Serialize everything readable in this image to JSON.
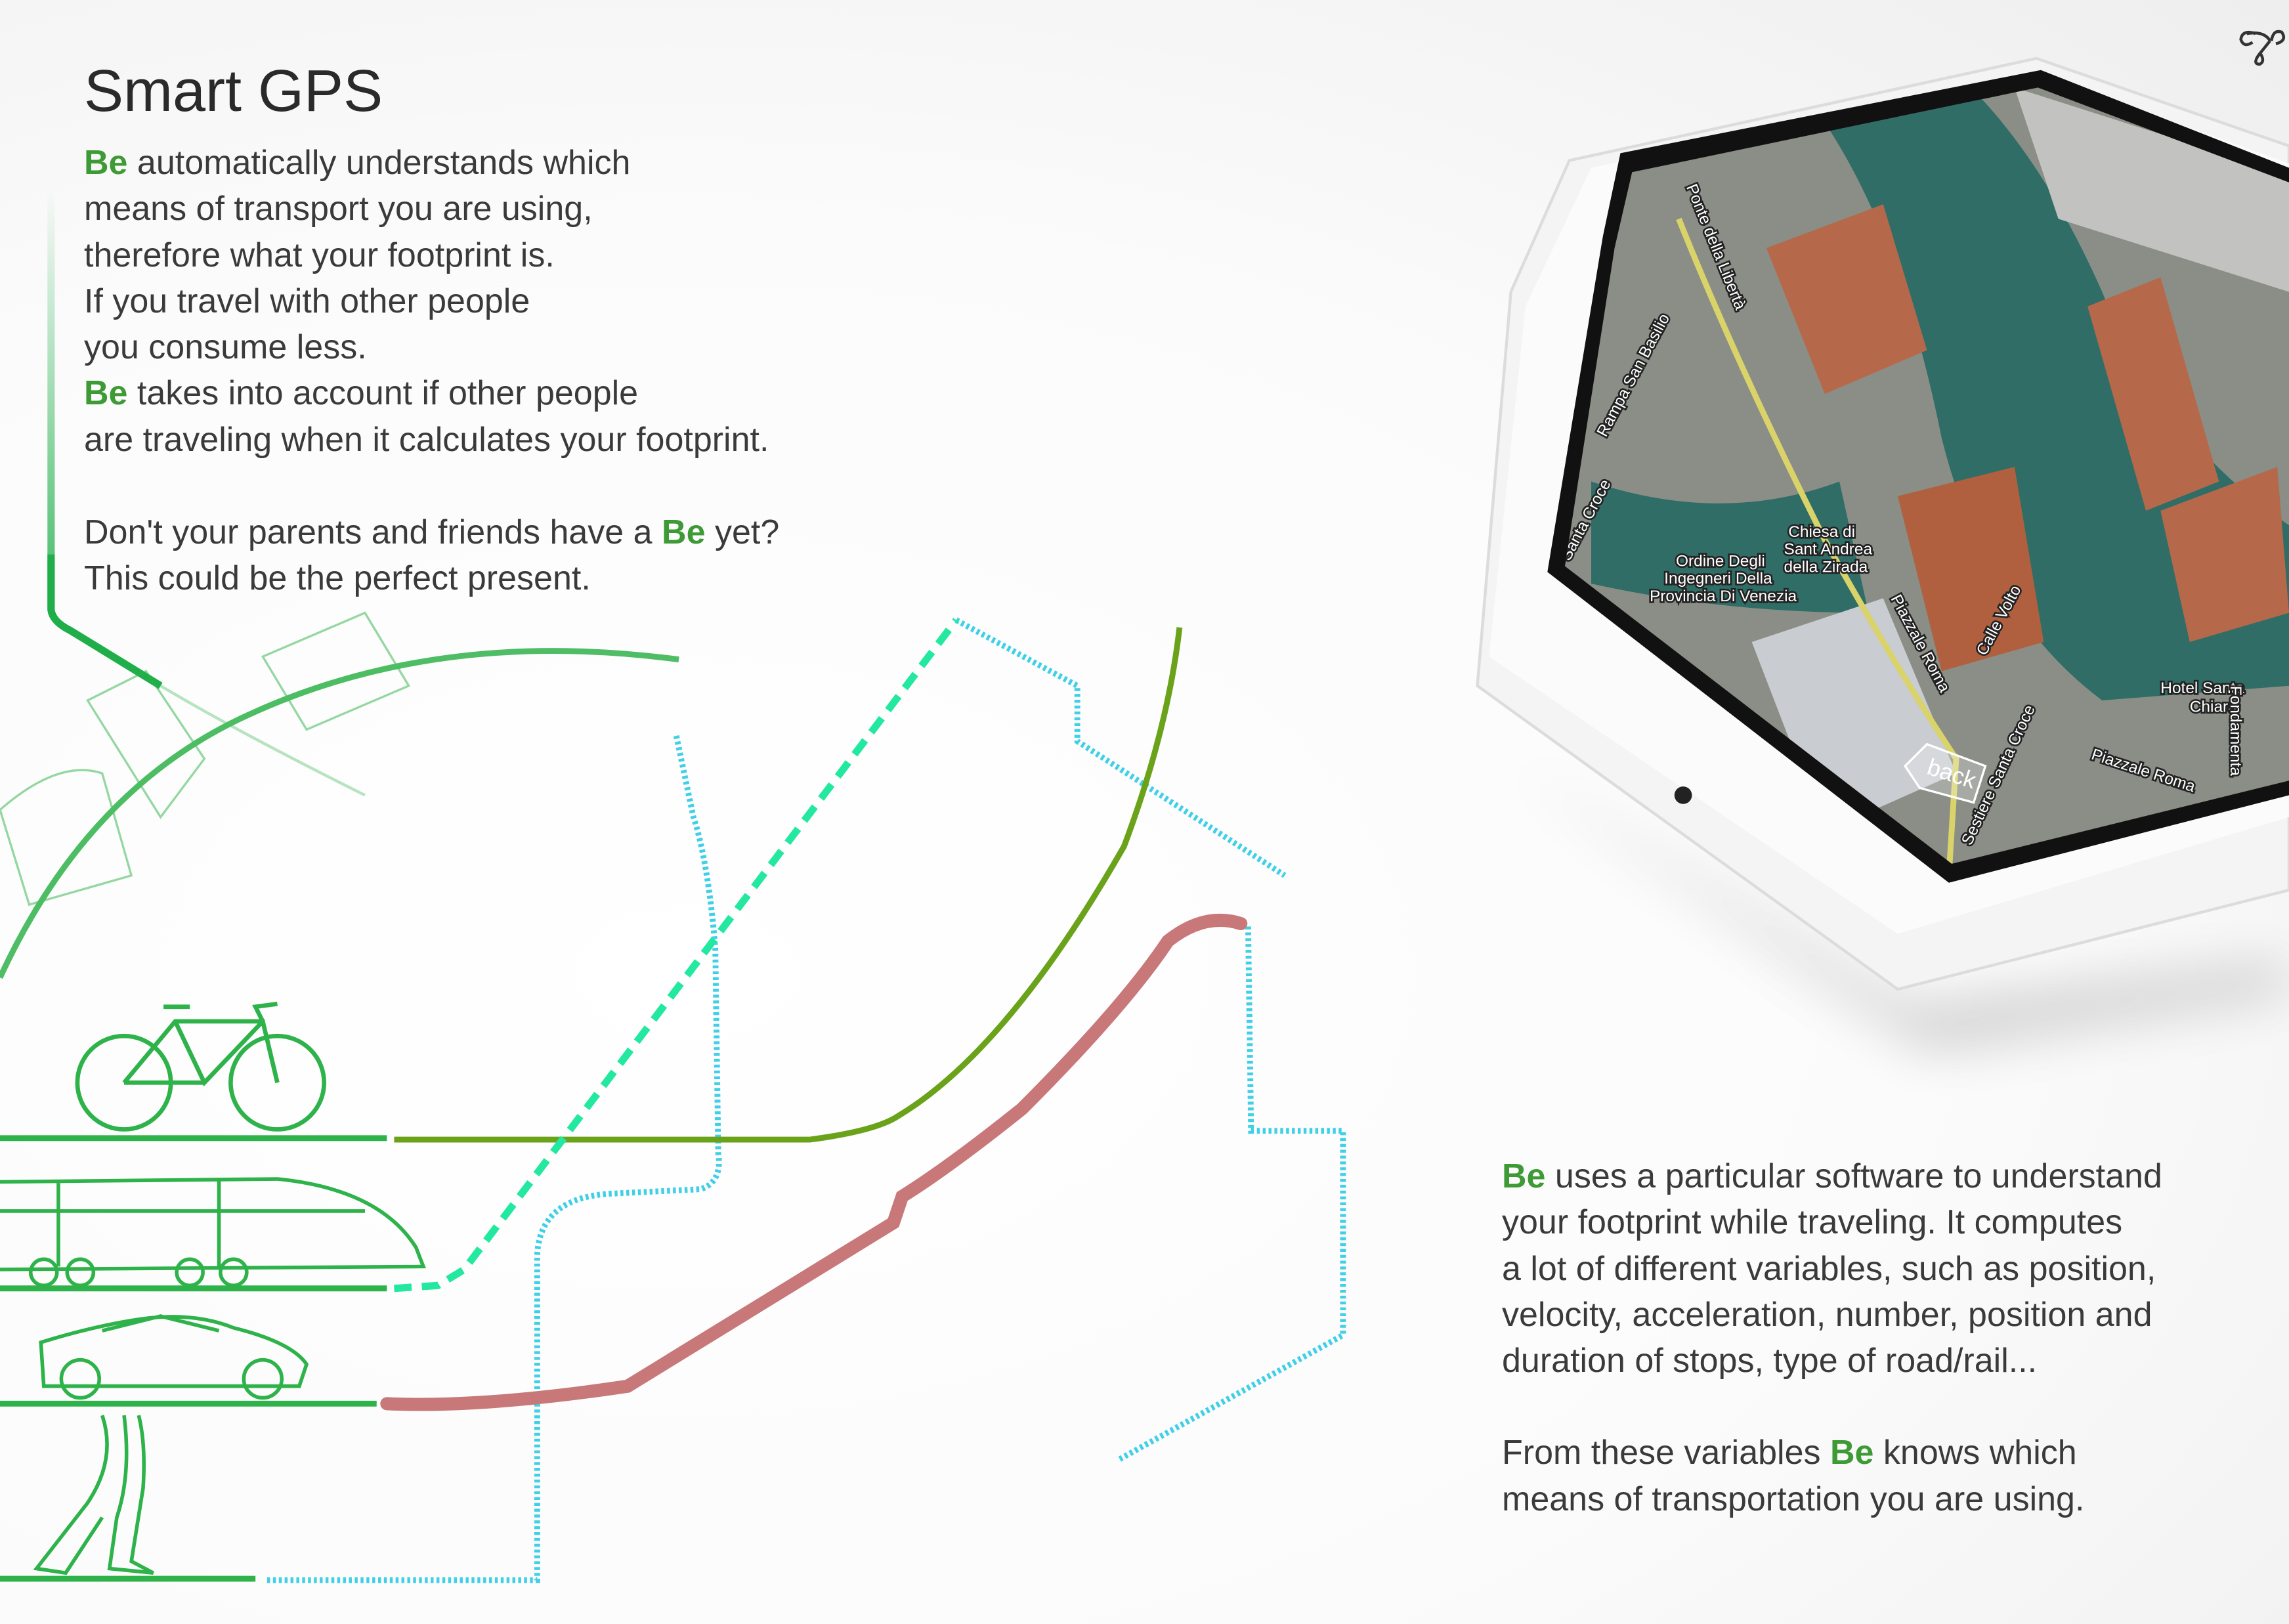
{
  "title": "Smart GPS",
  "brand_word": "Be",
  "intro": {
    "l1": " automatically understands which",
    "l2": "means of transport you are using,",
    "l3": "therefore what your footprint is.",
    "l4": "If you travel with other people",
    "l5": "you consume less.",
    "l6": " takes into account if other people",
    "l7": "are traveling when it calculates your footprint."
  },
  "gift": {
    "l1a": "Don't your parents and friends have a ",
    "l1b": " yet?",
    "l2": "This could be the perfect present."
  },
  "software": {
    "l1": " uses a particular software to understand",
    "l2": "your footprint while traveling. It computes",
    "l3": "a lot of different variables, such as position,",
    "l4": "velocity, acceleration, number, position and",
    "l5": "duration of stops, type of road/rail...",
    "l6a": "From these variables ",
    "l6b": " knows which",
    "l7": "means of transportation you are using."
  },
  "map": {
    "back_button": "back",
    "labels": [
      "Ponte della Libertà",
      "Rampa San Basilio",
      "Santa Croce",
      "Ordine Degli",
      "Ingegneri Della",
      "Provincia Di Venezia",
      "Chiesa di",
      "Sant Andrea",
      "della Zirada",
      "Piazzale Roma",
      "Calle Volto",
      "Hotel Santa",
      "Chiara",
      "Piazzale Roma",
      "Sestiere Santa Croce",
      "Fondamenta"
    ]
  },
  "colors": {
    "brand_green": "#3e9a35",
    "bike": "#6aa21a",
    "train": "#22e8a0",
    "car": "#c87878",
    "walk": "#3fd0e8"
  }
}
